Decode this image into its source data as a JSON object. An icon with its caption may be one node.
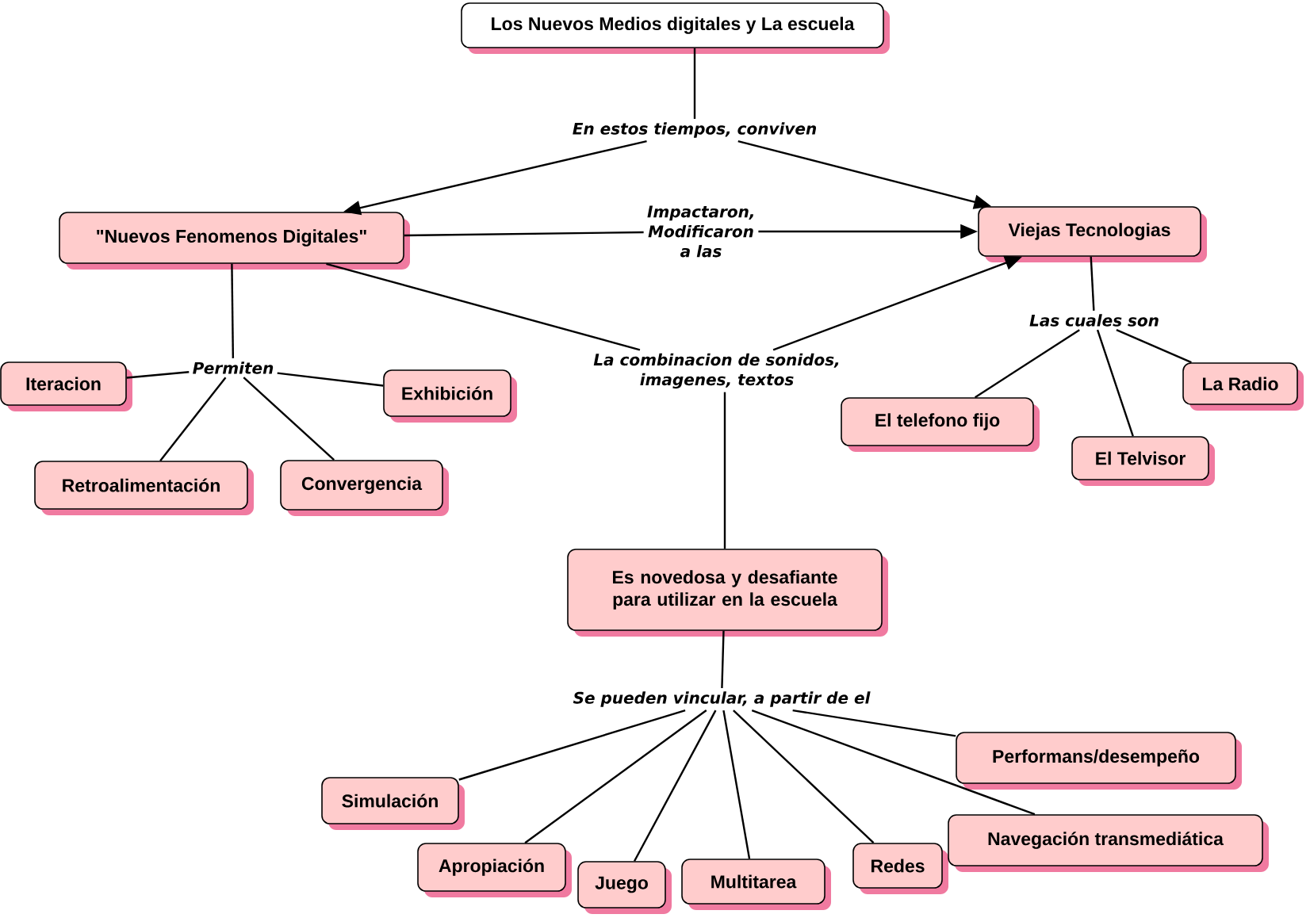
{
  "diagram": {
    "nodes": [
      {
        "text": [
          "Los Nuevos Medios digitales y La escuela"
        ]
      },
      {
        "text": [
          "En estos tiempos, conviven"
        ]
      },
      {
        "text": [
          "\"Nuevos Fenomenos Digitales\""
        ]
      },
      {
        "text": [
          "Impactaron, Modificaron a las"
        ]
      },
      {
        "text": [
          "Viejas Tecnologias"
        ]
      },
      {
        "text": [
          "Permiten"
        ]
      },
      {
        "text": [
          "La combinacion de sonidos, imagenes, textos"
        ]
      },
      {
        "text": [
          "Las cuales son"
        ]
      },
      {
        "text": [
          "Iteracion"
        ]
      },
      {
        "text": [
          "Exhibición"
        ]
      },
      {
        "text": [
          "Retroalimentación"
        ]
      },
      {
        "text": [
          "Convergencia"
        ]
      },
      {
        "text": [
          "El telefono fijo"
        ]
      },
      {
        "text": [
          "La Radio"
        ]
      },
      {
        "text": [
          "El Telvisor"
        ]
      },
      {
        "text": [
          "Es novedosa y desafiante para utilizar en la escuela"
        ]
      },
      {
        "text": [
          "Se pueden vincular, a partir de el"
        ]
      },
      {
        "text": [
          "Simulación"
        ]
      },
      {
        "text": [
          "Apropiación"
        ]
      },
      {
        "text": [
          "Juego"
        ]
      },
      {
        "text": [
          "Multitarea"
        ]
      },
      {
        "text": [
          "Redes"
        ]
      },
      {
        "text": [
          "Performans/desempeño"
        ]
      },
      {
        "text": [
          "Navegación transmediática"
        ]
      }
    ],
    "edges": [
      {
        "from": 0,
        "to": 1,
        "arrow": "none"
      },
      {
        "from": 1,
        "to": 2,
        "arrow": "to"
      },
      {
        "from": 1,
        "to": 4,
        "arrow": "to"
      },
      {
        "from": 2,
        "to": 3,
        "arrow": "none"
      },
      {
        "from": 3,
        "to": 4,
        "arrow": "to"
      },
      {
        "from": 2,
        "to": 6,
        "arrow": "none"
      },
      {
        "from": 6,
        "to": 4,
        "arrow": "to"
      },
      {
        "from": 2,
        "to": 5,
        "arrow": "none"
      },
      {
        "from": 5,
        "to": 8,
        "arrow": "none"
      },
      {
        "from": 5,
        "to": 9,
        "arrow": "none"
      },
      {
        "from": 5,
        "to": 10,
        "arrow": "none"
      },
      {
        "from": 5,
        "to": 11,
        "arrow": "none"
      },
      {
        "from": 4,
        "to": 7,
        "arrow": "none"
      },
      {
        "from": 7,
        "to": 12,
        "arrow": "none"
      },
      {
        "from": 7,
        "to": 13,
        "arrow": "none"
      },
      {
        "from": 7,
        "to": 14,
        "arrow": "none"
      },
      {
        "from": 6,
        "to": 15,
        "arrow": "none"
      },
      {
        "from": 15,
        "to": 16,
        "arrow": "none"
      },
      {
        "from": 16,
        "to": 17,
        "arrow": "none"
      },
      {
        "from": 16,
        "to": 18,
        "arrow": "none"
      },
      {
        "from": 16,
        "to": 19,
        "arrow": "none"
      },
      {
        "from": 16,
        "to": 20,
        "arrow": "none"
      },
      {
        "from": 16,
        "to": 21,
        "arrow": "none"
      },
      {
        "from": 16,
        "to": 22,
        "arrow": "none"
      },
      {
        "from": 16,
        "to": 23,
        "arrow": "none"
      }
    ]
  }
}
